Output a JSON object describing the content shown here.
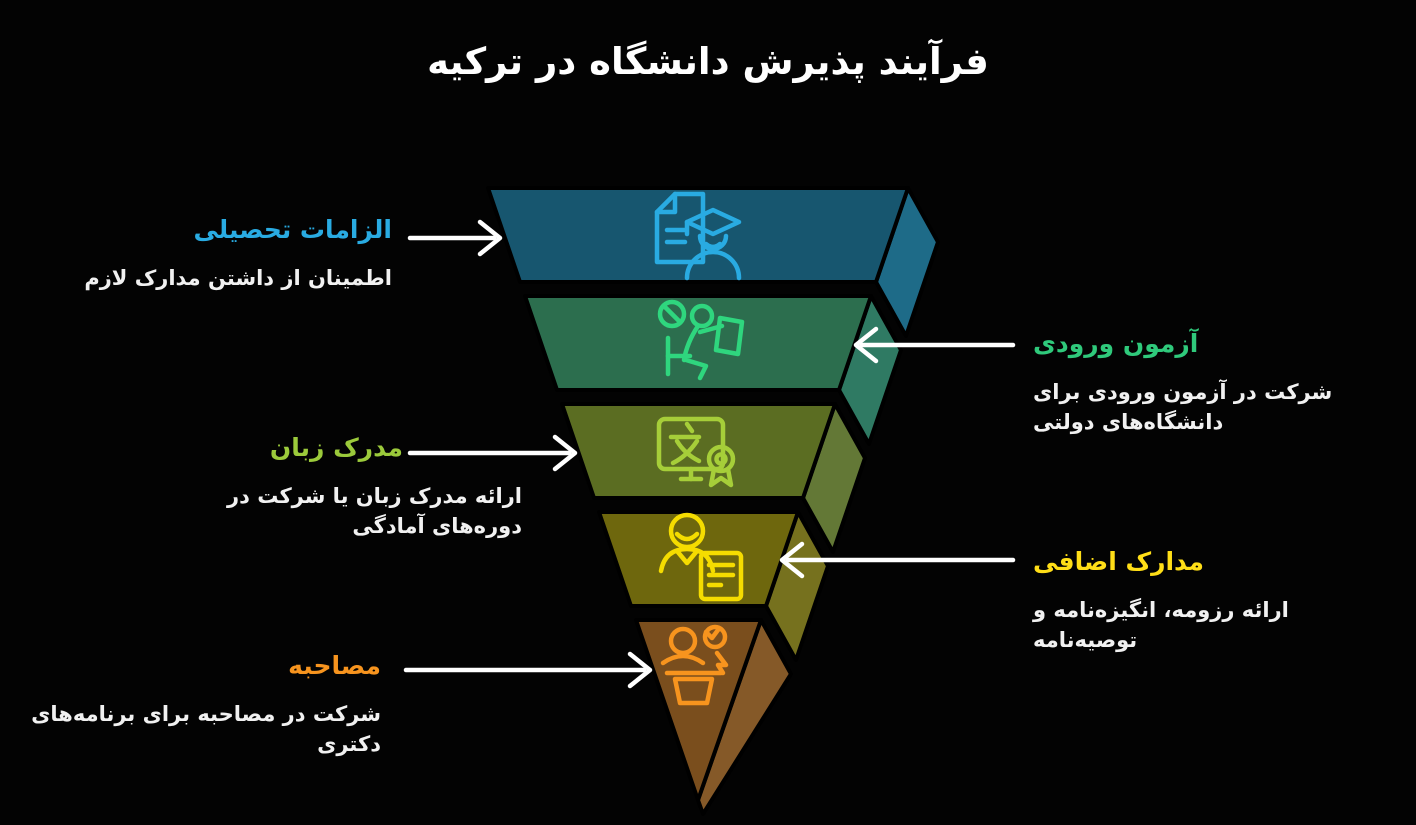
{
  "title": "فرآیند پذیرش دانشگاه در ترکیه",
  "ui": {
    "background": "#030303",
    "title_color": "#FFFFFF",
    "text_color": "#F1F1F1",
    "arrow_color": "#FFFFFF"
  },
  "chart_type": "funnel",
  "steps": [
    {
      "order": 1,
      "side": "left",
      "label": "الزامات تحصیلی",
      "desc_lines": [
        "اطمینان از داشتن مدارک لازم"
      ],
      "accent": "#29ABE2",
      "funnel_front": "#17566F",
      "funnel_side": "#1E6B88",
      "icon": "document-graduate-icon",
      "icon_color": "#29ABE2"
    },
    {
      "order": 2,
      "side": "right",
      "label": "آزمون ورودی",
      "desc_lines": [
        "شرکت در آزمون ورودی برای",
        "دانشگاه‌های دولتی"
      ],
      "accent": "#2FC97B",
      "funnel_front": "#2C6E4E",
      "funnel_side": "#2F7A63",
      "icon": "exam-desk-icon",
      "icon_color": "#2FD67E"
    },
    {
      "order": 3,
      "side": "left",
      "label": "مدرک زبان",
      "desc_lines": [
        "ارائه مدرک زبان یا شرکت در",
        "دوره‌های آمادگی"
      ],
      "accent": "#9BCA3B",
      "funnel_front": "#5B6D22",
      "funnel_side": "#637836",
      "icon": "language-certificate-icon",
      "icon_color": "#A6CE39"
    },
    {
      "order": 4,
      "side": "right",
      "label": "مدارک اضافی",
      "desc_lines": [
        "ارائه رزومه، انگیزه‌نامه و",
        "توصیه‌نامه"
      ],
      "accent": "#FFDE17",
      "funnel_front": "#6E670D",
      "funnel_side": "#76711E",
      "icon": "person-document-icon",
      "icon_color": "#F5DC00"
    },
    {
      "order": 5,
      "side": "left",
      "label": "مصاحبه",
      "desc_lines": [
        "شرکت در مصاحبه برای برنامه‌های",
        "دکتری"
      ],
      "accent": "#F7941E",
      "funnel_front": "#7A4E1D",
      "funnel_side": "#855928",
      "icon": "interview-podium-icon",
      "icon_color": "#F7941E"
    }
  ]
}
